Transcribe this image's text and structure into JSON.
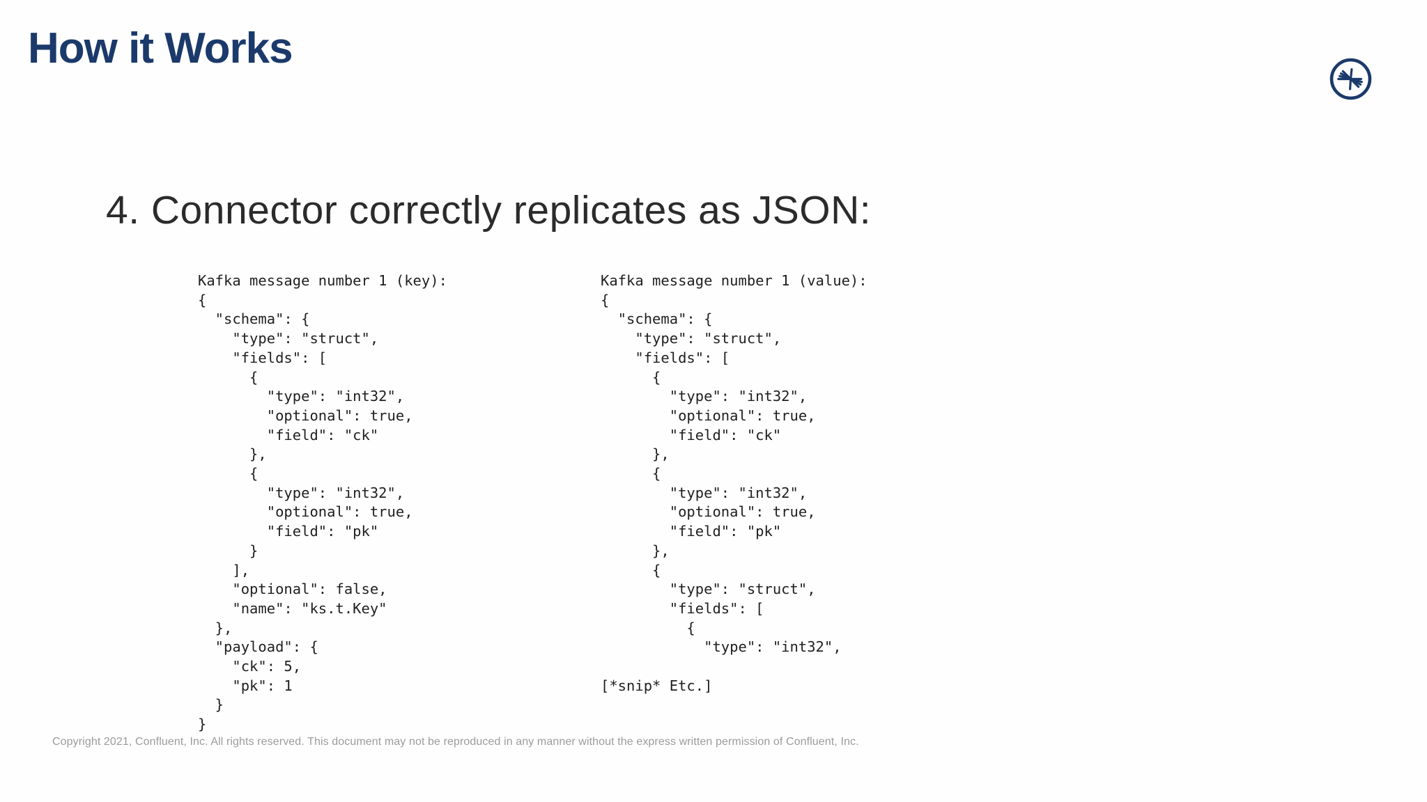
{
  "header": {
    "title": "How it Works"
  },
  "icons": {
    "brand": "confluent-spark-icon"
  },
  "content": {
    "heading": "4. Connector correctly replicates as JSON:",
    "code_key": {
      "lines": [
        "Kafka message number 1 (key):",
        "{",
        "  \"schema\": {",
        "    \"type\": \"struct\",",
        "    \"fields\": [",
        "      {",
        "        \"type\": \"int32\",",
        "        \"optional\": true,",
        "        \"field\": \"ck\"",
        "      },",
        "      {",
        "        \"type\": \"int32\",",
        "        \"optional\": true,",
        "        \"field\": \"pk\"",
        "      }",
        "    ],",
        "    \"optional\": false,",
        "    \"name\": \"ks.t.Key\"",
        "  },",
        "  \"payload\": {",
        "    \"ck\": 5,",
        "    \"pk\": 1",
        "  }",
        "}"
      ]
    },
    "code_value": {
      "lines": [
        "Kafka message number 1 (value):",
        "{",
        "  \"schema\": {",
        "    \"type\": \"struct\",",
        "    \"fields\": [",
        "      {",
        "        \"type\": \"int32\",",
        "        \"optional\": true,",
        "        \"field\": \"ck\"",
        "      },",
        "      {",
        "        \"type\": \"int32\",",
        "        \"optional\": true,",
        "        \"field\": \"pk\"",
        "      },",
        "      {",
        "        \"type\": \"struct\",",
        "        \"fields\": [",
        "          {",
        "            \"type\": \"int32\",",
        "",
        "[*snip* Etc.]"
      ]
    }
  },
  "footer": {
    "copyright": "Copyright 2021, Confluent, Inc. All rights reserved. This document may not be reproduced in any manner without the express written permission of Confluent, Inc."
  },
  "colors": {
    "brand_navy": "#1b3a6b",
    "heading_text": "#2b2b2b",
    "code_text": "#1f1f1f",
    "footer_text": "#9b9b9b",
    "background": "#fefefe"
  }
}
